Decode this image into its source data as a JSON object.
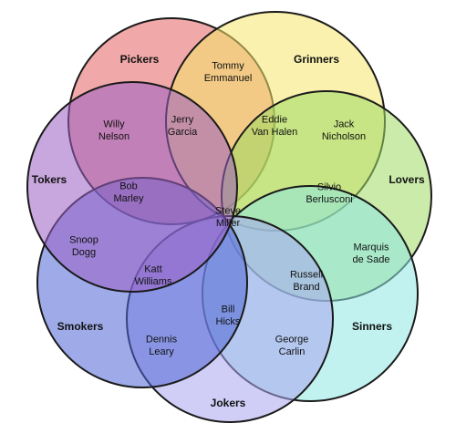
{
  "sets": [
    {
      "key": "pickers",
      "label": "Pickers",
      "color": "#e46060"
    },
    {
      "key": "grinners",
      "label": "Grinners",
      "color": "#f4e66a"
    },
    {
      "key": "lovers",
      "label": "Lovers",
      "color": "#9edb63"
    },
    {
      "key": "sinners",
      "label": "Sinners",
      "color": "#8ee8e4"
    },
    {
      "key": "jokers",
      "label": "Jokers",
      "color": "#a9a6ee"
    },
    {
      "key": "smokers",
      "label": "Smokers",
      "color": "#4f66d6"
    },
    {
      "key": "tokers",
      "label": "Tokers",
      "color": "#9b5fc2"
    }
  ],
  "members": [
    {
      "name": [
        "Tommy",
        "Emmanuel"
      ]
    },
    {
      "name": [
        "Willy",
        "Nelson"
      ]
    },
    {
      "name": [
        "Jerry",
        "Garcia"
      ]
    },
    {
      "name": [
        "Eddie",
        "Van Halen"
      ]
    },
    {
      "name": [
        "Jack",
        "Nicholson"
      ]
    },
    {
      "name": [
        "Bob",
        "Marley"
      ]
    },
    {
      "name": [
        "Silvio",
        "Berlusconi"
      ]
    },
    {
      "name": [
        "Steve",
        "Miller"
      ]
    },
    {
      "name": [
        "Snoop",
        "Dogg"
      ]
    },
    {
      "name": [
        "Marquis",
        "de Sade"
      ]
    },
    {
      "name": [
        "Katt",
        "Williams"
      ]
    },
    {
      "name": [
        "Russell",
        "Brand"
      ]
    },
    {
      "name": [
        "Bill",
        "Hicks"
      ]
    },
    {
      "name": [
        "Dennis",
        "Leary"
      ]
    },
    {
      "name": [
        "George",
        "Carlin"
      ]
    }
  ]
}
